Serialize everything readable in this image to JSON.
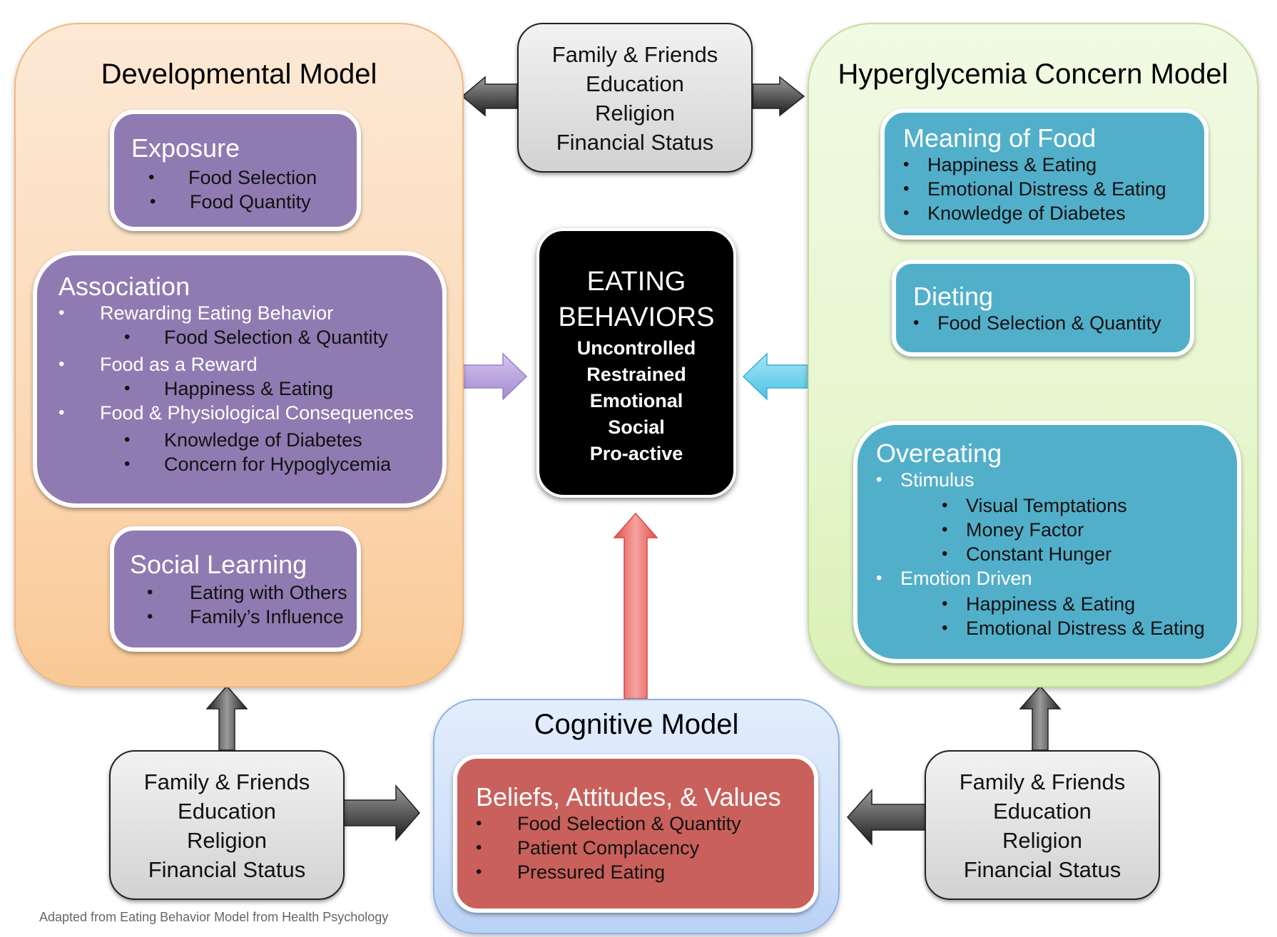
{
  "developmental_model": {
    "title": "Developmental Model",
    "exposure": {
      "title": "Exposure",
      "items": [
        "Food Selection",
        "Food Quantity"
      ]
    },
    "association": {
      "title": "Association",
      "items": [
        {
          "label": "Rewarding Eating Behavior",
          "sub": [
            "Food Selection & Quantity"
          ]
        },
        {
          "label": "Food as a Reward",
          "sub": [
            "Happiness & Eating"
          ]
        },
        {
          "label": "Food & Physiological Consequences",
          "sub": [
            "Knowledge of Diabetes",
            "Concern for Hypoglycemia"
          ]
        }
      ]
    },
    "social_learning": {
      "title": "Social Learning",
      "items": [
        "Eating with Others",
        "Family’s Influence"
      ]
    }
  },
  "hyperglycemia_model": {
    "title": "Hyperglycemia Concern Model",
    "meaning_of_food": {
      "title": "Meaning of Food",
      "items": [
        "Happiness & Eating",
        "Emotional Distress & Eating",
        "Knowledge of Diabetes"
      ]
    },
    "dieting": {
      "title": "Dieting",
      "items": [
        "Food Selection & Quantity"
      ]
    },
    "overeating": {
      "title": "Overeating",
      "items": [
        {
          "label": "Stimulus",
          "sub": [
            "Visual Temptations",
            "Money Factor",
            "Constant Hunger"
          ]
        },
        {
          "label": "Emotion Driven",
          "sub": [
            "Happiness & Eating",
            "Emotional Distress & Eating"
          ]
        }
      ]
    }
  },
  "cognitive_model": {
    "title": "Cognitive Model",
    "beliefs": {
      "title": "Beliefs, Attitudes, & Values",
      "items": [
        "Food Selection & Quantity",
        "Patient Complacency",
        "Pressured Eating"
      ]
    }
  },
  "eating_behaviors": {
    "title_line1": "EATING",
    "title_line2": "BEHAVIORS",
    "items": [
      "Uncontrolled",
      "Restrained",
      "Emotional",
      "Social",
      "Pro-active"
    ]
  },
  "influences": {
    "lines": [
      "Family & Friends",
      "Education",
      "Religion",
      "Financial Status"
    ]
  },
  "caption": "Adapted from Eating Behavior Model from Health Psychology",
  "colors": {
    "developmental_bg": "#fcd9b5",
    "hyperglycemia_bg": "#e7f6cf",
    "cognitive_bg": "#cfe0fa",
    "purple_box": "#8f7bb1",
    "teal_box": "#52afca",
    "red_box": "#c9605b",
    "purple_arrow": "#b9a3db",
    "blue_arrow": "#6fd0ec",
    "red_arrow": "#e06a66",
    "green_arrow": "#a8d35a"
  }
}
